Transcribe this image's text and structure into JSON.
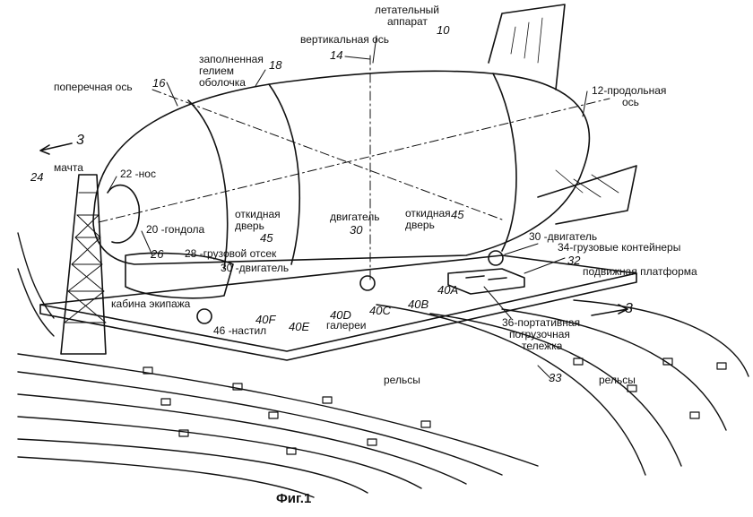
{
  "figure_caption": "Фиг.1",
  "labels": {
    "aircraft_a": "летательный",
    "aircraft_b": "аппарат",
    "aircraft_num": "10",
    "vertical_axis": "вертикальная ось",
    "n14": "14",
    "envelope_a": "заполненная",
    "envelope_b": "гелием",
    "envelope_c": "оболочка",
    "n18": "18",
    "transverse_axis": "поперечная ось",
    "n16": "16",
    "longitudinal_axis_a": "12-продольная",
    "longitudinal_axis_b": "ось",
    "section_mark_1": "3",
    "mast": "мачта",
    "n24": "24",
    "nose": "22 -нос",
    "gondola": "20 -гондола",
    "hinged_door_left_a": "откидная",
    "hinged_door_left_b": "дверь",
    "n45_left": "45",
    "engine_mid": "двигатель",
    "n30_mid": "30",
    "hinged_door_right_a": "откидная",
    "hinged_door_right_b": "дверь",
    "n45_right": "45",
    "engine_right": "30 -двигатель",
    "cargo_containers": "34-грузовые контейнеры",
    "n32": "32",
    "moving_platform": "подвижная платформа",
    "n26": "26",
    "cargo_bay": "28 -грузовой отсек",
    "engine_left": "30 -двигатель",
    "crew_cabin": "кабина экипажа",
    "n40A": "40A",
    "n40B": "40B",
    "n40C": "40C",
    "n40D": "40D",
    "n40E": "40E",
    "n40F": "40F",
    "galleries": "галереи",
    "deck": "46 -настил",
    "trolley_a": "36-портативная",
    "trolley_b": "погрузочная",
    "trolley_c": "тележка",
    "section_mark_2": "3",
    "rails_left": "рельсы",
    "rails_right": "рельсы",
    "n33": "33"
  }
}
